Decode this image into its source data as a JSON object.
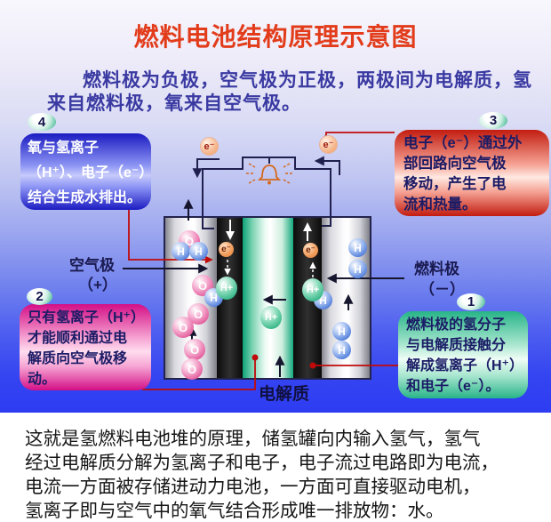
{
  "slide": {
    "title": "燃料电池结构原理示意图",
    "subtitle_line1": "燃料极为负极，空气极为正极，两极间为电解质，氢",
    "subtitle_line2": "来自燃料极，氧来自空气极。"
  },
  "callouts": {
    "c4": {
      "number": "4",
      "lines": [
        "氧与氢离子",
        "（H⁺）、电子（e⁻）",
        "结合生成水排出。"
      ]
    },
    "c3": {
      "number": "3",
      "lines": [
        "电子（e⁻）通过外",
        "部回路向空气极",
        "移动，产生了电",
        "流和热量。"
      ]
    },
    "c2": {
      "number": "2",
      "lines": [
        "只有氢离子（H⁺）",
        "才能顺利通过电",
        "解质向空气极移",
        "动。"
      ]
    },
    "c1": {
      "number": "1",
      "lines": [
        "燃料极的氢分子",
        "与电解质接触分",
        "解成氢离子（H⁺）",
        "和电子（e⁻）。"
      ]
    }
  },
  "diagram": {
    "air_electrode_label": "空气极",
    "air_electrode_sign": "（+）",
    "fuel_electrode_label": "燃料极",
    "fuel_electrode_sign": "（－）",
    "electrolyte_label": "电解质",
    "electron_label": "e⁻",
    "hydrogen_ion_label": "H+",
    "hydrogen_label": "H",
    "oxygen_label": "O"
  },
  "footer": {
    "lines": [
      "这就是氢燃料电池堆的原理，储氢罐向内输入氢气，氢气",
      "经过电解质分解为氢离子和电子，电子流过电路即为电流，",
      "电流一方面被存储进动力电池，一方面可直接驱动电机，",
      "氢离子即与空气中的氧气结合形成唯一排放物：水。"
    ]
  },
  "colors": {
    "title_red": "#e23c1b",
    "subtitle_blue": "#3a3aa2",
    "callout4_blue": "#1c1cc2",
    "callout3_red": "#c21d10",
    "callout2_magenta": "#d40f86",
    "callout1_green": "#28b488",
    "electrolyte_green": "#14a87c",
    "pointer_red": "#c00a0a",
    "wire_navy": "#20204e",
    "bell_orange": "#d4691e"
  }
}
